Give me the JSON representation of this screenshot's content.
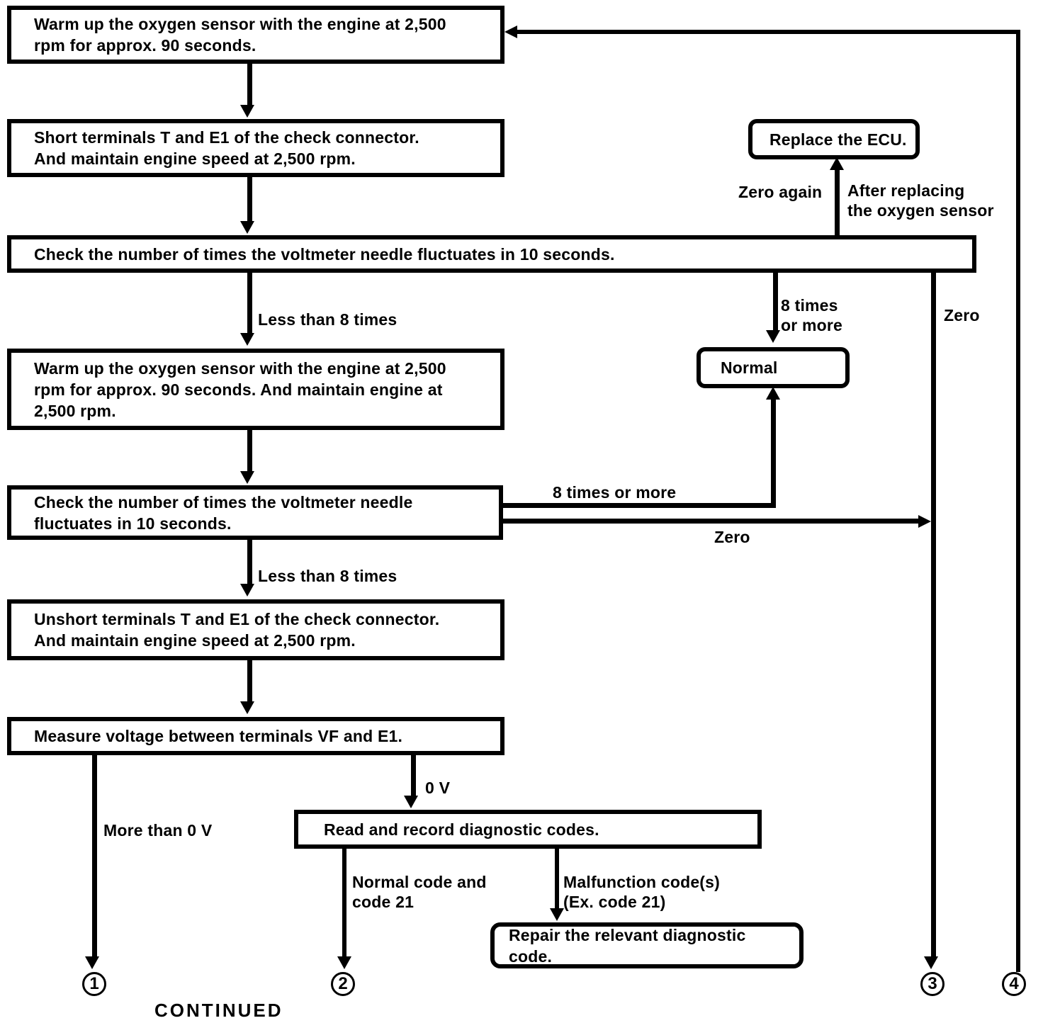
{
  "diagram": {
    "title": "CONTINUED",
    "boxes": {
      "warmup1": "Warm up the oxygen sensor with the engine at 2,500\nrpm for approx. 90 seconds.",
      "short_terminals": "Short terminals T and E1 of the check connector.\nAnd maintain engine speed at 2,500 rpm.",
      "check1": "Check the number of times the voltmeter needle fluctuates in 10 seconds.",
      "replace_ecu": "Replace the ECU.",
      "warmup2": "Warm up the oxygen sensor with the engine at 2,500\nrpm for approx. 90 seconds.  And maintain engine at\n2,500 rpm.",
      "normal": "Normal",
      "check2": "Check the number of times the voltmeter needle\nfluctuates in 10 seconds.",
      "unshort_terminals": "Unshort terminals T and E1 of the check connector.\nAnd maintain engine speed at 2,500 rpm.",
      "measure_voltage": "Measure voltage between terminals VF and E1.",
      "read_codes": "Read and record diagnostic codes.",
      "repair_code": "Repair the relevant diagnostic code."
    },
    "edge_labels": {
      "less_than_8_first": "Less than 8 times",
      "less_than_8_second": "Less than 8 times",
      "eight_times_or_more_vertical": "8 times\nor more",
      "zero_first": "Zero",
      "zero_again": "Zero again",
      "after_replacing": "After replacing\nthe oxygen sensor",
      "eight_times_or_more_horizontal": "8 times or more",
      "zero_second": "Zero",
      "more_than_0v": "More than 0 V",
      "zero_volts": "0 V",
      "normal_code": "Normal code and\ncode 21",
      "malfunction_code": "Malfunction code(s)\n(Ex. code 21)"
    },
    "connectors": {
      "c1": "1",
      "c2": "2",
      "c3": "3",
      "c4": "4"
    },
    "footer": "CONTINUED",
    "colors": {
      "line": "#000000",
      "background": "#ffffff"
    }
  }
}
